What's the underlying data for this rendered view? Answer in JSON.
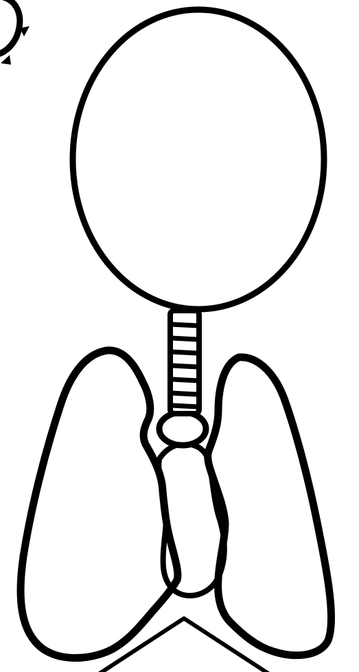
{
  "diagram": {
    "labels": [],
    "colors": {
      "background": "#ffffff",
      "outline": "#000000"
    },
    "parts": [
      {
        "id": "head",
        "shape": "oval"
      },
      {
        "id": "trachea",
        "shape": "ringed-tube"
      },
      {
        "id": "larynx",
        "shape": "oval-ring"
      },
      {
        "id": "left-lung",
        "shape": "lobe"
      },
      {
        "id": "right-lung",
        "shape": "lobe"
      },
      {
        "id": "heart",
        "shape": "organ-outline"
      },
      {
        "id": "diaphragm",
        "shape": "peaked-line"
      },
      {
        "id": "corner-arrow-badge",
        "shape": "partial-circle-with-arrowheads"
      }
    ]
  }
}
